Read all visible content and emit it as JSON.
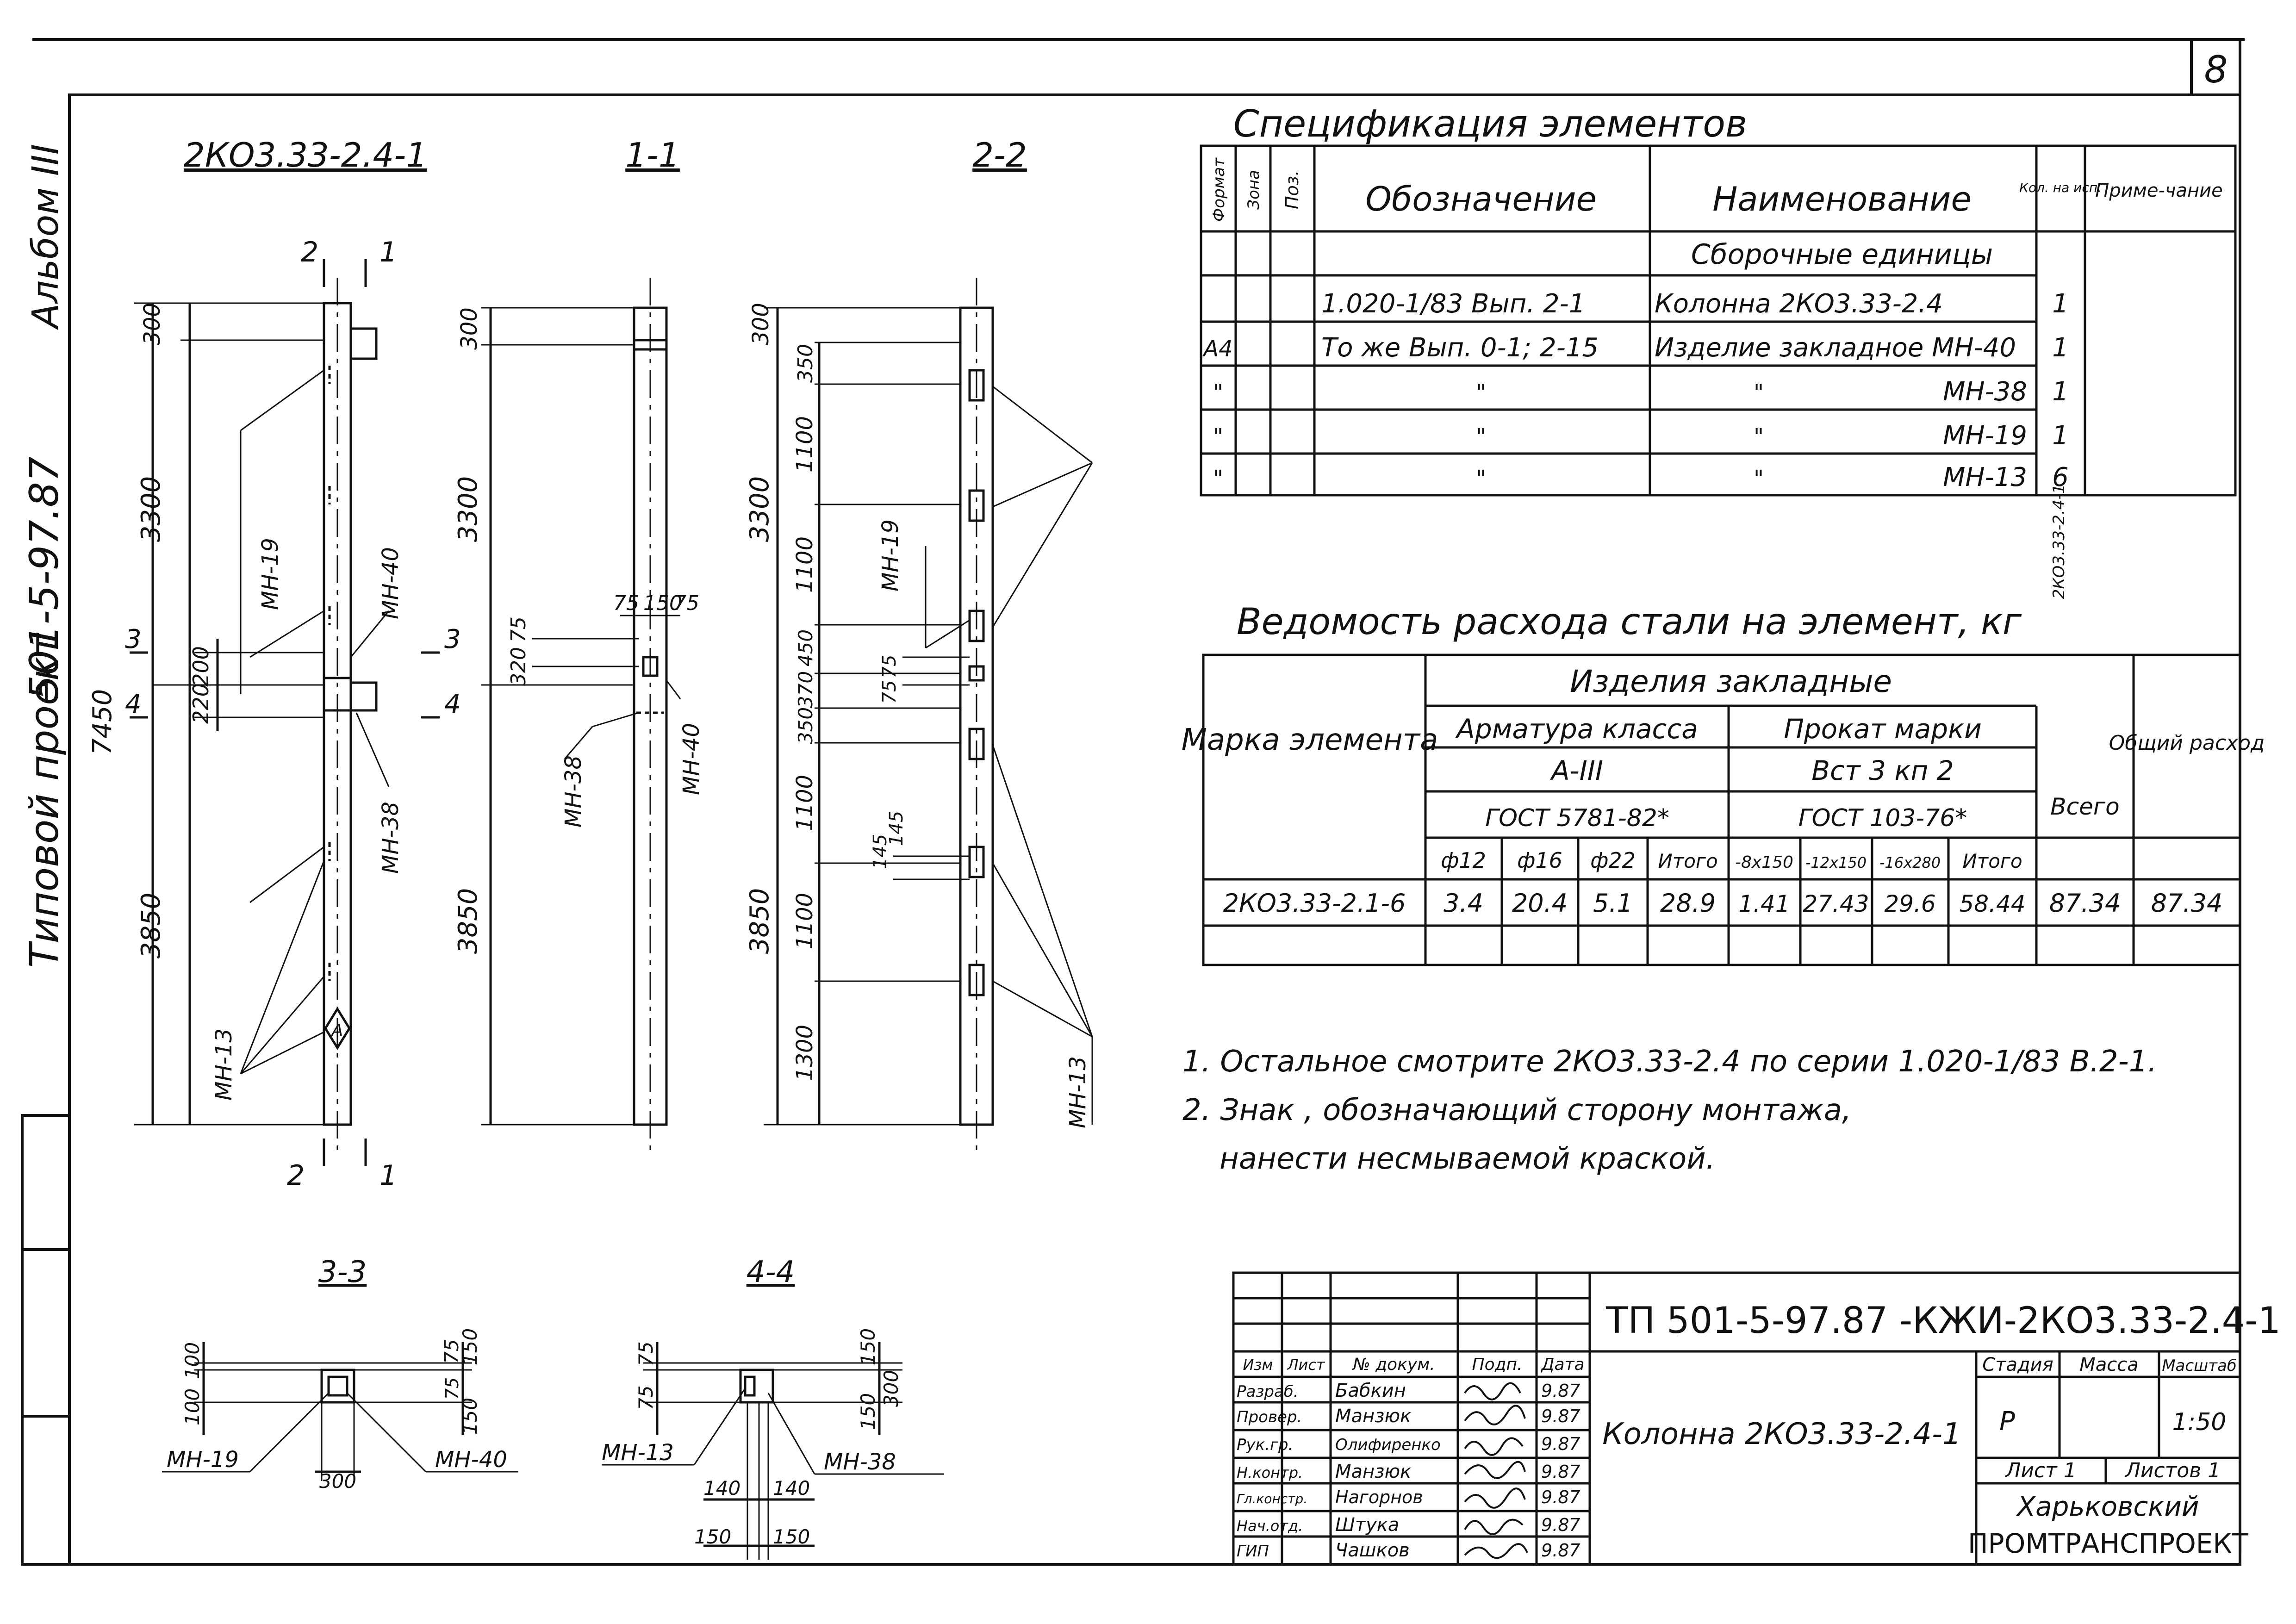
{
  "sheet_number": "8",
  "side": {
    "album": "Альбом III",
    "project": "Типовой проект",
    "code": "501-5-97.87"
  },
  "views": {
    "main": "2КО3.33-2.4-1",
    "s11": "1-1",
    "s22": "2-2",
    "s33": "3-3",
    "s44": "4-4"
  },
  "cut_marks": {
    "one": "1",
    "two": "2",
    "three": "3",
    "four": "4"
  },
  "dims": {
    "d300": "300",
    "d3300": "3300",
    "d3850": "3850",
    "d7450": "7450",
    "d200": "200",
    "d220": "220",
    "d350": "350",
    "d1100": "1100",
    "d450": "450",
    "d1300": "1300",
    "d75": "75",
    "d150": "150",
    "d320": "320",
    "d145": "145",
    "d100": "100",
    "d140": "140",
    "d370": "370"
  },
  "labels": {
    "mn19": "МН-19",
    "mn40": "МН-40",
    "mn38": "МН-38",
    "mn13": "МН-13",
    "mount": "А"
  },
  "spec": {
    "title": "Спецификация элементов",
    "headers": {
      "format": "Формат",
      "zone": "Зона",
      "pos": "Поз.",
      "designation": "Обозначение",
      "name": "Наименование",
      "qty": "Кол. на исп.",
      "note": "Приме-чание"
    },
    "section": "Сборочные единицы",
    "rows": [
      {
        "format": "",
        "designation": "1.020-1/83 Вып. 2-1",
        "name": "Колонна 2КО3.33-2.4",
        "qty": "1"
      },
      {
        "format": "А4",
        "designation": "То же Вып. 0-1; 2-15",
        "name": "Изделие закладное МН-40",
        "qty": "1"
      },
      {
        "format": "\"",
        "designation": "\"",
        "name": "\"",
        "mark": "МН-38",
        "qty": "1"
      },
      {
        "format": "\"",
        "designation": "\"",
        "name": "\"",
        "mark": "МН-19",
        "qty": "1"
      },
      {
        "format": "\"",
        "designation": "\"",
        "name": "\"",
        "mark": "МН-13",
        "qty": "6"
      }
    ],
    "side_label": "2КО3.33-2.4-1"
  },
  "steel": {
    "title": "Ведомость расхода стали на элемент, кг",
    "h_mark": "Марка элемента",
    "h_items": "Изделия закладные",
    "h_rebar": "Арматура класса",
    "h_rebar_class": "А-III",
    "h_rebar_gost": "ГОСТ 5781-82*",
    "h_rolled": "Прокат марки",
    "h_rolled_grade": "Вст 3 кп 2",
    "h_rolled_gost": "ГОСТ 103-76*",
    "h_total": "Всего",
    "h_general": "Общий расход",
    "cols": [
      "ф12",
      "ф16",
      "ф22",
      "Итого",
      "-8х150",
      "-12х150",
      "-16х280",
      "Итого"
    ],
    "row": {
      "mark": "2КО3.33-2.1-6",
      "values": [
        "3.4",
        "20.4",
        "5.1",
        "28.9",
        "1.41",
        "27.43",
        "29.6",
        "58.44"
      ],
      "total": "87.34",
      "general": "87.34"
    }
  },
  "notes": [
    "1. Остальное смотрите 2КО3.33-2.4 по серии 1.020-1/83 В.2-1.",
    "2. Знак , обозначающий сторону монтажа,",
    "нанести несмываемой краской."
  ],
  "title_block": {
    "code": "ТП 501-5-97.87 -КЖИ-2КО3.33-2.4-1",
    "name": "Колонна 2КО3.33-2.4-1",
    "stage_h": "Стадия",
    "mass_h": "Масса",
    "scale_h": "Масштаб",
    "stage": "Р",
    "mass": "",
    "scale": "1:50",
    "sheet": "Лист 1",
    "sheets": "Листов 1",
    "org1": "Харьковский",
    "org2": "ПРОМТРАНСПРОЕКТ",
    "head": [
      "Изм",
      "Лист",
      "№ докум.",
      "Подп.",
      "Дата"
    ],
    "people": [
      {
        "role": "Разраб.",
        "name": "Бабкин",
        "date": "9.87"
      },
      {
        "role": "Провер.",
        "name": "Манзюк",
        "date": "9.87"
      },
      {
        "role": "Рук.гр.",
        "name": "Олифиренко",
        "date": "9.87"
      },
      {
        "role": "Н.контр.",
        "name": "Манзюк",
        "date": "9.87"
      },
      {
        "role": "Гл.констр.",
        "name": "Нагорнов",
        "date": "9.87"
      },
      {
        "role": "Нач.отд.",
        "name": "Штука",
        "date": "9.87"
      },
      {
        "role": "ГИП",
        "name": "Чашков",
        "date": "9.87"
      }
    ]
  }
}
